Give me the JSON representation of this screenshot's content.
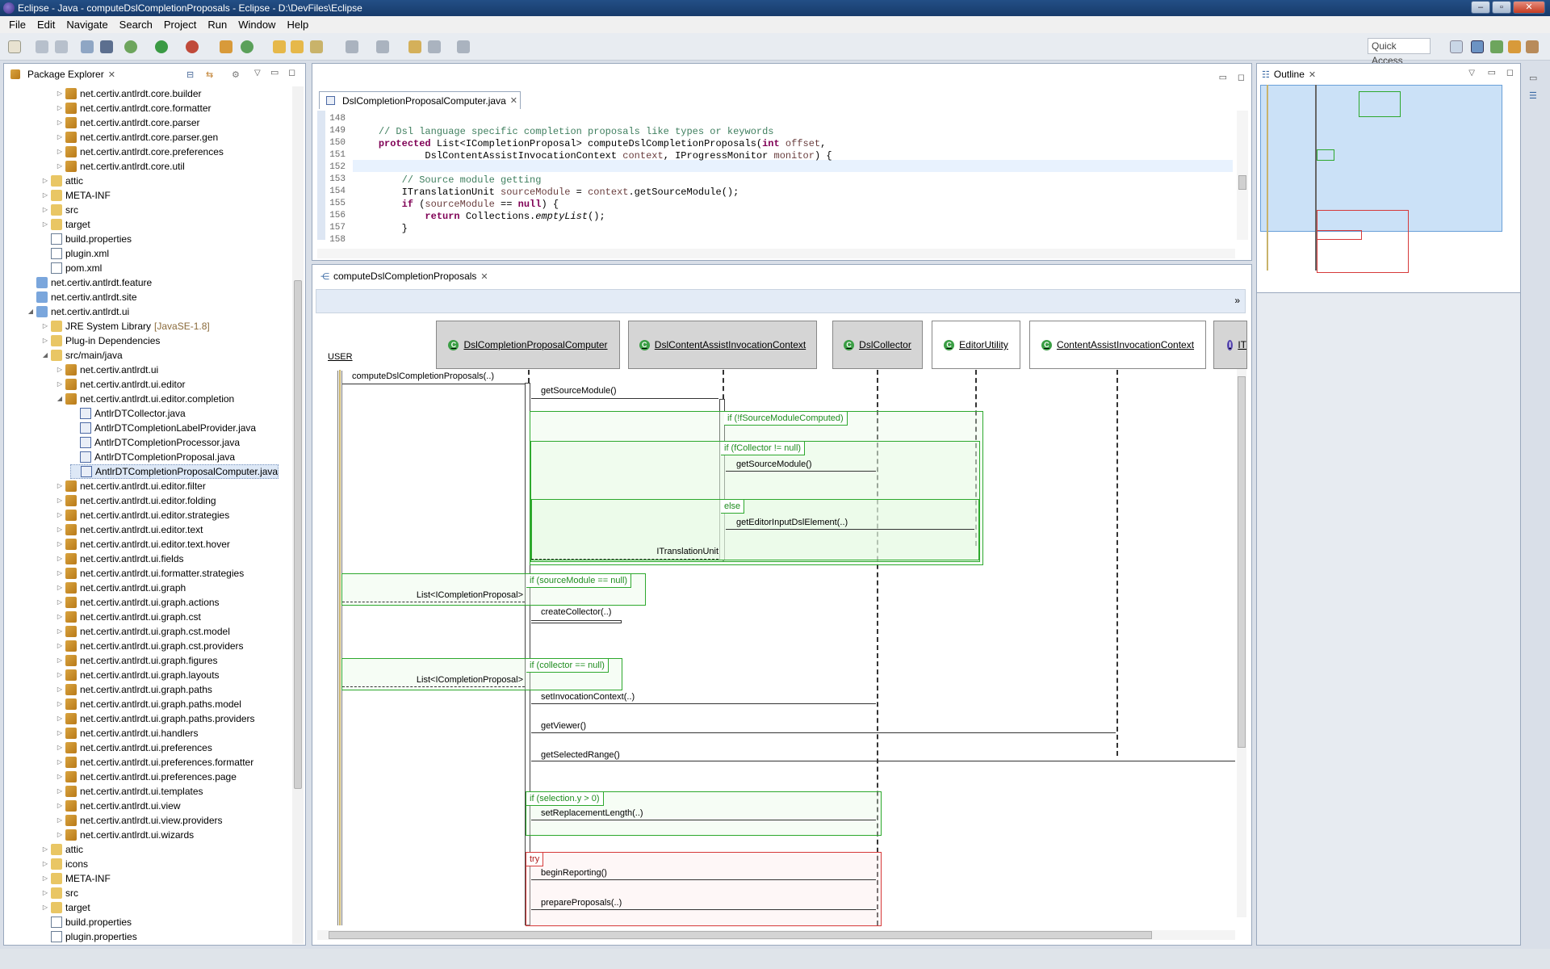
{
  "window": {
    "title": "Eclipse - Java - computeDslCompletionProposals - Eclipse - D:\\DevFiles\\Eclipse"
  },
  "menu": [
    "File",
    "Edit",
    "Navigate",
    "Search",
    "Project",
    "Run",
    "Window",
    "Help"
  ],
  "toolbar": {
    "quick_access": "Quick Access"
  },
  "package_explorer": {
    "title": "Package Explorer",
    "items": [
      {
        "label": "net.certiv.antlrdt.core.builder",
        "indent": 3,
        "icon": "pk",
        "tw": "▷"
      },
      {
        "label": "net.certiv.antlrdt.core.formatter",
        "indent": 3,
        "icon": "pk",
        "tw": "▷"
      },
      {
        "label": "net.certiv.antlrdt.core.parser",
        "indent": 3,
        "icon": "pk",
        "tw": "▷"
      },
      {
        "label": "net.certiv.antlrdt.core.parser.gen",
        "indent": 3,
        "icon": "pk",
        "tw": "▷"
      },
      {
        "label": "net.certiv.antlrdt.core.preferences",
        "indent": 3,
        "icon": "pk",
        "tw": "▷"
      },
      {
        "label": "net.certiv.antlrdt.core.util",
        "indent": 3,
        "icon": "pk",
        "tw": "▷"
      },
      {
        "label": "attic",
        "indent": 2,
        "icon": "fo",
        "tw": "▷"
      },
      {
        "label": "META-INF",
        "indent": 2,
        "icon": "fo",
        "tw": "▷"
      },
      {
        "label": "src",
        "indent": 2,
        "icon": "fo",
        "tw": "▷"
      },
      {
        "label": "target",
        "indent": 2,
        "icon": "fo",
        "tw": "▷"
      },
      {
        "label": "build.properties",
        "indent": 2,
        "icon": "fi",
        "tw": ""
      },
      {
        "label": "plugin.xml",
        "indent": 2,
        "icon": "fi",
        "tw": ""
      },
      {
        "label": "pom.xml",
        "indent": 2,
        "icon": "fi",
        "tw": ""
      },
      {
        "label": "net.certiv.antlrdt.feature",
        "indent": 1,
        "icon": "pr",
        "tw": ""
      },
      {
        "label": "net.certiv.antlrdt.site",
        "indent": 1,
        "icon": "pr",
        "tw": ""
      },
      {
        "label": "net.certiv.antlrdt.ui",
        "indent": 1,
        "icon": "pr",
        "tw": "◢"
      },
      {
        "label": "JRE System Library",
        "extra": "[JavaSE-1.8]",
        "indent": 2,
        "icon": "fo",
        "tw": "▷"
      },
      {
        "label": "Plug-in Dependencies",
        "indent": 2,
        "icon": "fo",
        "tw": "▷"
      },
      {
        "label": "src/main/java",
        "indent": 2,
        "icon": "fo",
        "tw": "◢"
      },
      {
        "label": "net.certiv.antlrdt.ui",
        "indent": 3,
        "icon": "pk",
        "tw": "▷"
      },
      {
        "label": "net.certiv.antlrdt.ui.editor",
        "indent": 3,
        "icon": "pk",
        "tw": "▷"
      },
      {
        "label": "net.certiv.antlrdt.ui.editor.completion",
        "indent": 3,
        "icon": "pk",
        "tw": "◢"
      },
      {
        "label": "AntlrDTCollector.java",
        "indent": 4,
        "icon": "jv",
        "tw": ""
      },
      {
        "label": "AntlrDTCompletionLabelProvider.java",
        "indent": 4,
        "icon": "jv",
        "tw": ""
      },
      {
        "label": "AntlrDTCompletionProcessor.java",
        "indent": 4,
        "icon": "jv",
        "tw": ""
      },
      {
        "label": "AntlrDTCompletionProposal.java",
        "indent": 4,
        "icon": "jv",
        "tw": ""
      },
      {
        "label": "AntlrDTCompletionProposalComputer.java",
        "indent": 4,
        "icon": "jv",
        "tw": "",
        "selected": true
      },
      {
        "label": "net.certiv.antlrdt.ui.editor.filter",
        "indent": 3,
        "icon": "pk",
        "tw": "▷"
      },
      {
        "label": "net.certiv.antlrdt.ui.editor.folding",
        "indent": 3,
        "icon": "pk",
        "tw": "▷"
      },
      {
        "label": "net.certiv.antlrdt.ui.editor.strategies",
        "indent": 3,
        "icon": "pk",
        "tw": "▷"
      },
      {
        "label": "net.certiv.antlrdt.ui.editor.text",
        "indent": 3,
        "icon": "pk",
        "tw": "▷"
      },
      {
        "label": "net.certiv.antlrdt.ui.editor.text.hover",
        "indent": 3,
        "icon": "pk",
        "tw": "▷"
      },
      {
        "label": "net.certiv.antlrdt.ui.fields",
        "indent": 3,
        "icon": "pk",
        "tw": "▷"
      },
      {
        "label": "net.certiv.antlrdt.ui.formatter.strategies",
        "indent": 3,
        "icon": "pk",
        "tw": "▷"
      },
      {
        "label": "net.certiv.antlrdt.ui.graph",
        "indent": 3,
        "icon": "pk",
        "tw": "▷"
      },
      {
        "label": "net.certiv.antlrdt.ui.graph.actions",
        "indent": 3,
        "icon": "pk",
        "tw": "▷"
      },
      {
        "label": "net.certiv.antlrdt.ui.graph.cst",
        "indent": 3,
        "icon": "pk",
        "tw": "▷"
      },
      {
        "label": "net.certiv.antlrdt.ui.graph.cst.model",
        "indent": 3,
        "icon": "pk",
        "tw": "▷"
      },
      {
        "label": "net.certiv.antlrdt.ui.graph.cst.providers",
        "indent": 3,
        "icon": "pk",
        "tw": "▷"
      },
      {
        "label": "net.certiv.antlrdt.ui.graph.figures",
        "indent": 3,
        "icon": "pk",
        "tw": "▷"
      },
      {
        "label": "net.certiv.antlrdt.ui.graph.layouts",
        "indent": 3,
        "icon": "pk",
        "tw": "▷"
      },
      {
        "label": "net.certiv.antlrdt.ui.graph.paths",
        "indent": 3,
        "icon": "pk",
        "tw": "▷"
      },
      {
        "label": "net.certiv.antlrdt.ui.graph.paths.model",
        "indent": 3,
        "icon": "pk",
        "tw": "▷"
      },
      {
        "label": "net.certiv.antlrdt.ui.graph.paths.providers",
        "indent": 3,
        "icon": "pk",
        "tw": "▷"
      },
      {
        "label": "net.certiv.antlrdt.ui.handlers",
        "indent": 3,
        "icon": "pk",
        "tw": "▷"
      },
      {
        "label": "net.certiv.antlrdt.ui.preferences",
        "indent": 3,
        "icon": "pk",
        "tw": "▷"
      },
      {
        "label": "net.certiv.antlrdt.ui.preferences.formatter",
        "indent": 3,
        "icon": "pk",
        "tw": "▷"
      },
      {
        "label": "net.certiv.antlrdt.ui.preferences.page",
        "indent": 3,
        "icon": "pk",
        "tw": "▷"
      },
      {
        "label": "net.certiv.antlrdt.ui.templates",
        "indent": 3,
        "icon": "pk",
        "tw": "▷"
      },
      {
        "label": "net.certiv.antlrdt.ui.view",
        "indent": 3,
        "icon": "pk",
        "tw": "▷"
      },
      {
        "label": "net.certiv.antlrdt.ui.view.providers",
        "indent": 3,
        "icon": "pk",
        "tw": "▷"
      },
      {
        "label": "net.certiv.antlrdt.ui.wizards",
        "indent": 3,
        "icon": "pk",
        "tw": "▷"
      },
      {
        "label": "attic",
        "indent": 2,
        "icon": "fo",
        "tw": "▷"
      },
      {
        "label": "icons",
        "indent": 2,
        "icon": "fo",
        "tw": "▷"
      },
      {
        "label": "META-INF",
        "indent": 2,
        "icon": "fo",
        "tw": "▷"
      },
      {
        "label": "src",
        "indent": 2,
        "icon": "fo",
        "tw": "▷"
      },
      {
        "label": "target",
        "indent": 2,
        "icon": "fo",
        "tw": "▷"
      },
      {
        "label": "build.properties",
        "indent": 2,
        "icon": "fi",
        "tw": ""
      },
      {
        "label": "plugin.properties",
        "indent": 2,
        "icon": "fi",
        "tw": ""
      }
    ]
  },
  "editor": {
    "tab": "DslCompletionProposalComputer.java",
    "lines": [
      {
        "n": "148",
        "html": ""
      },
      {
        "n": "149",
        "html": "    <span class='cm'>// Dsl language specific completion proposals like types or keywords</span>"
      },
      {
        "n": "150",
        "html": "    <span class='kw'>protected</span> List&lt;ICompletionProposal&gt; computeDslCompletionProposals(<span class='kw'>int</span> <span class='vr'>offset</span>,"
      },
      {
        "n": "151",
        "html": "            DslContentAssistInvocationContext <span class='vr'>context</span>, IProgressMonitor <span class='vr'>monitor</span>) {"
      },
      {
        "n": "152",
        "html": ""
      },
      {
        "n": "153",
        "html": "        <span class='cm'>// Source module getting</span>"
      },
      {
        "n": "154",
        "html": "        ITranslationUnit <span class='vr'>sourceModule</span> = <span class='vr'>context</span>.getSourceModule();"
      },
      {
        "n": "155",
        "html": "        <span class='kw'>if</span> (<span class='vr'>sourceModule</span> == <span class='kw'>null</span>) {"
      },
      {
        "n": "156",
        "html": "            <span class='kw'>return</span> Collections.<span class='it'>emptyList</span>();"
      },
      {
        "n": "157",
        "html": "        }"
      },
      {
        "n": "158",
        "html": ""
      }
    ]
  },
  "sequence": {
    "tab": "computeDslCompletionProposals",
    "actor": "USER",
    "lifelines": [
      "DslCompletionProposalComputer",
      "DslContentAssistInvocationContext",
      "DslCollector",
      "EditorUtility",
      "ContentAssistInvocationContext",
      "IT"
    ],
    "messages": {
      "m0": "computeDslCompletionProposals(..)",
      "m1": "getSourceModule()",
      "m2": "getSourceModule()",
      "m3": "getEditorInputDslElement(..)",
      "m4": "createCollector(..)",
      "m5": "setInvocationContext(..)",
      "m6": "getViewer()",
      "m7": "getSelectedRange()",
      "m8": "setReplacementLength(..)",
      "m9": "beginReporting()",
      "m10": "prepareProposals(..)"
    },
    "returns": {
      "r1": "ITranslationUnit",
      "r2": "List<ICompletionProposal>",
      "r3": "List<ICompletionProposal>"
    },
    "frames": {
      "f1": "if (!fSourceModuleComputed)",
      "f2": "if (fCollector != null)",
      "f3": "else",
      "f4": "if (sourceModule == null)",
      "f5": "if (collector == null)",
      "f6": "if (selection.y > 0)",
      "f7": "try"
    }
  },
  "outline": {
    "title": "Outline"
  }
}
